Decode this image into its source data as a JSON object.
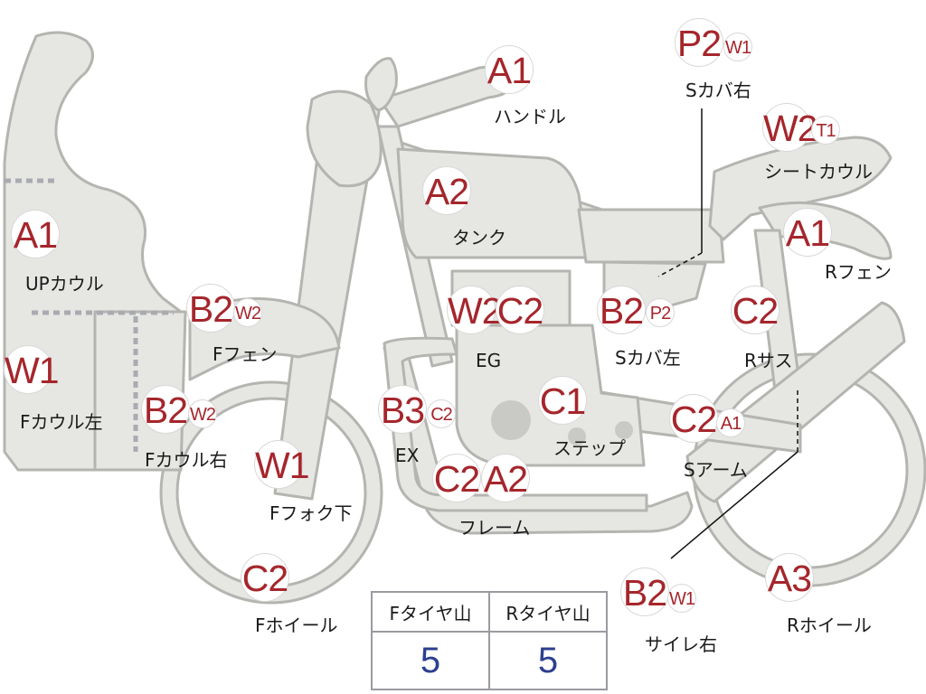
{
  "parts": {
    "handle": {
      "codes": [
        "A1"
      ],
      "label": "ハンドル"
    },
    "side_cover_right": {
      "codes": [
        "P2",
        "W1"
      ],
      "label": "Sカバ右"
    },
    "seat_cowl": {
      "codes": [
        "W2",
        "T1"
      ],
      "label": "シートカウル"
    },
    "tank": {
      "codes": [
        "A2"
      ],
      "label": "タンク"
    },
    "up_cowl": {
      "codes": [
        "A1"
      ],
      "label": "UPカウル"
    },
    "rear_fender": {
      "codes": [
        "A1"
      ],
      "label": "Rフェン"
    },
    "front_fender": {
      "codes": [
        "B2",
        "W2"
      ],
      "label": "Fフェン"
    },
    "engine": {
      "codes": [
        "W2",
        "C2"
      ],
      "label": "EG"
    },
    "side_cover_left": {
      "codes": [
        "B2",
        "P2"
      ],
      "label": "Sカバ左"
    },
    "rear_suspension": {
      "codes": [
        "C2"
      ],
      "label": "Rサス"
    },
    "front_cowl_left": {
      "codes": [
        "W1"
      ],
      "label": "Fカウル左"
    },
    "front_cowl_right": {
      "codes": [
        "B2",
        "W2"
      ],
      "label": "Fカウル右"
    },
    "exhaust": {
      "codes": [
        "B3",
        "C2"
      ],
      "label": "EX"
    },
    "step": {
      "codes": [
        "C1"
      ],
      "label": "ステップ"
    },
    "swing_arm": {
      "codes": [
        "C2",
        "A1"
      ],
      "label": "Sアーム"
    },
    "front_fork_lower": {
      "codes": [
        "W1"
      ],
      "label": "Fフォク下"
    },
    "frame": {
      "codes": [
        "C2",
        "A2"
      ],
      "label": "フレーム"
    },
    "front_wheel": {
      "codes": [
        "C2"
      ],
      "label": "Fホイール"
    },
    "muffler_right": {
      "codes": [
        "B2",
        "W1"
      ],
      "label": "サイレ右"
    },
    "rear_wheel": {
      "codes": [
        "A3"
      ],
      "label": "Rホイール"
    }
  },
  "tire_table": {
    "headers": [
      "Fタイヤ山",
      "Rタイヤ山"
    ],
    "values": [
      "5",
      "5"
    ]
  },
  "colors": {
    "code_text": "#a5262c",
    "tire_value_text": "#2c3f8f",
    "part_fill": "#e6e6e3",
    "part_outline": "#b4b4b0"
  }
}
